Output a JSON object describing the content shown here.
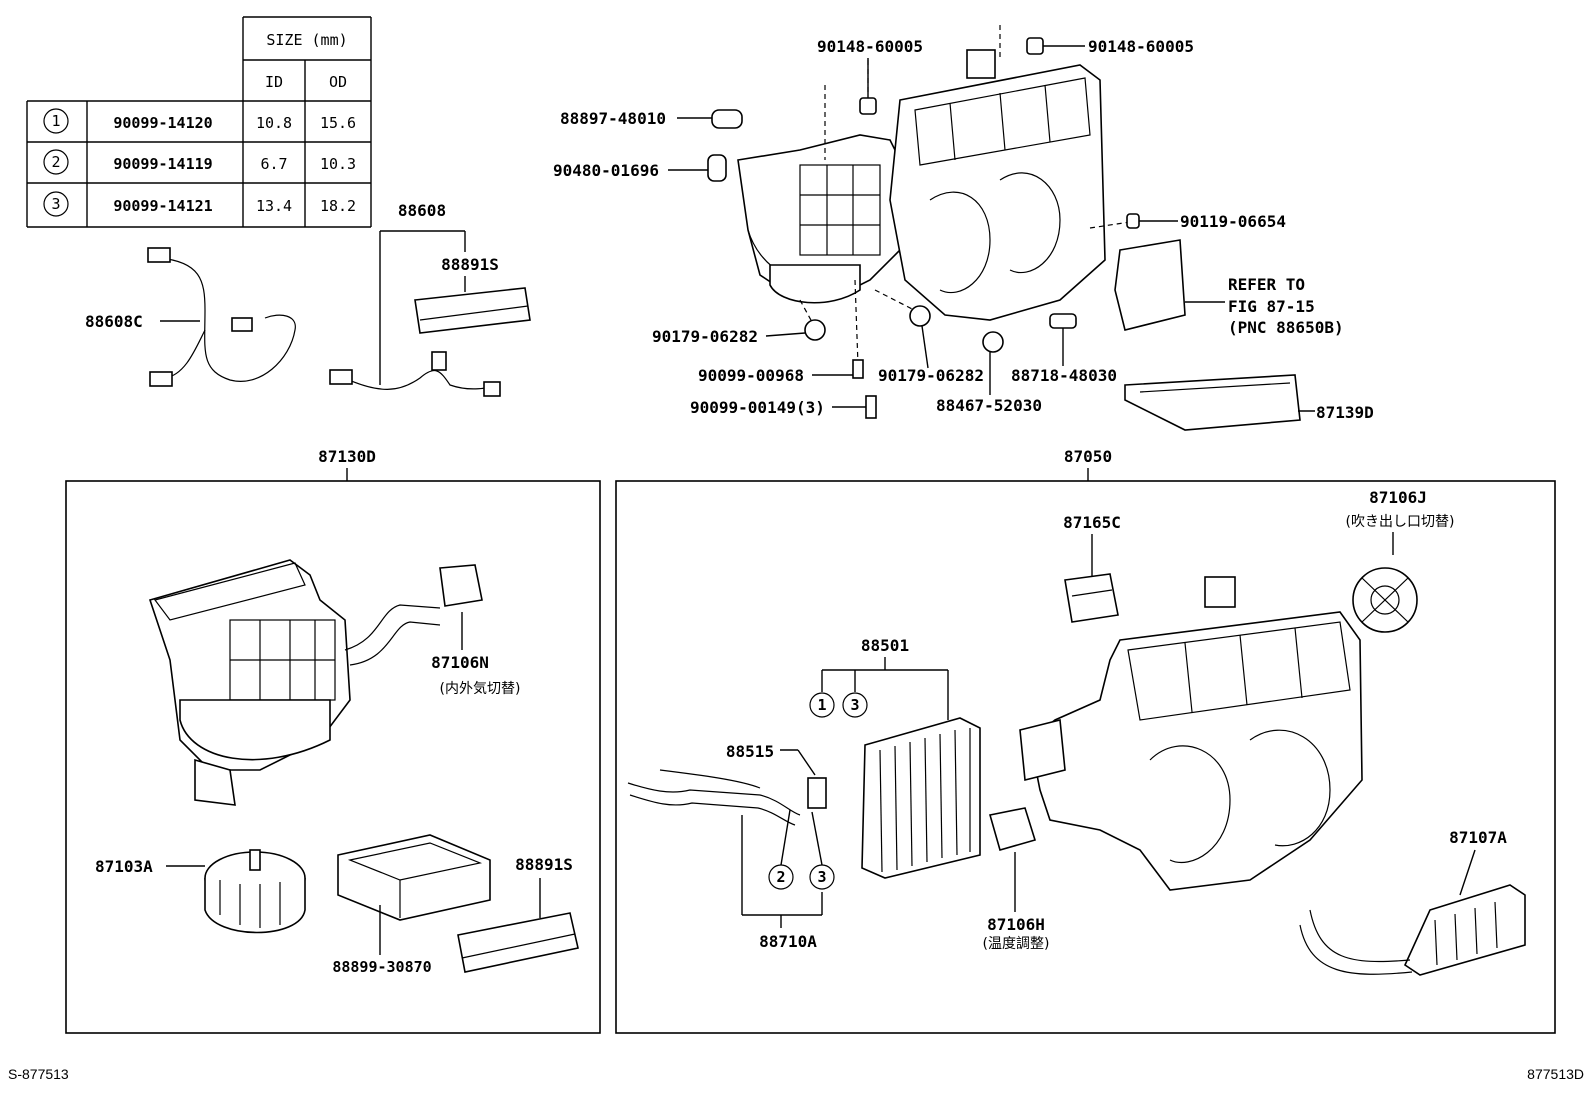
{
  "size_table": {
    "header": "SIZE (mm)",
    "col_id": "ID",
    "col_od": "OD",
    "rows": [
      {
        "mark": "1",
        "part": "90099-14120",
        "id": "10.8",
        "od": "15.6"
      },
      {
        "mark": "2",
        "part": "90099-14119",
        "id": "6.7",
        "od": "10.3"
      },
      {
        "mark": "3",
        "part": "90099-14121",
        "id": "13.4",
        "od": "18.2"
      }
    ]
  },
  "labels": {
    "p88608": "88608",
    "p88891s_top": "88891S",
    "p88608c": "88608C",
    "p90148_a": "90148-60005",
    "p90148_b": "90148-60005",
    "p88897": "88897-48010",
    "p90480": "90480-01696",
    "p90119": "90119-06654",
    "refer_1": "REFER TO",
    "refer_2": "FIG 87-15",
    "refer_3": "(PNC 88650B)",
    "p90179_a": "90179-06282",
    "p90179_b": "90179-06282",
    "p90099_968": "90099-00968",
    "p90099_149": "90099-00149(3)",
    "p88718": "88718-48030",
    "p88467": "88467-52030",
    "p87139d": "87139D",
    "p87130d": "87130D",
    "p87050": "87050",
    "p87106n": "87106N",
    "p87106n_jp": "(内外気切替)",
    "p87103a": "87103A",
    "p88891s_bot": "88891S",
    "p88899": "88899-30870",
    "p87106j": "87106J",
    "p87106j_jp": "(吹き出し口切替)",
    "p87165c": "87165C",
    "p88501": "88501",
    "p88515": "88515",
    "p88710a": "88710A",
    "p87106h": "87106H",
    "p87106h_jp": "(温度調整)",
    "p87107a": "87107A",
    "c1": "1",
    "c3": "3",
    "c2": "2",
    "c3b": "3"
  },
  "footer": {
    "left": "S-877513",
    "right": "877513D"
  }
}
